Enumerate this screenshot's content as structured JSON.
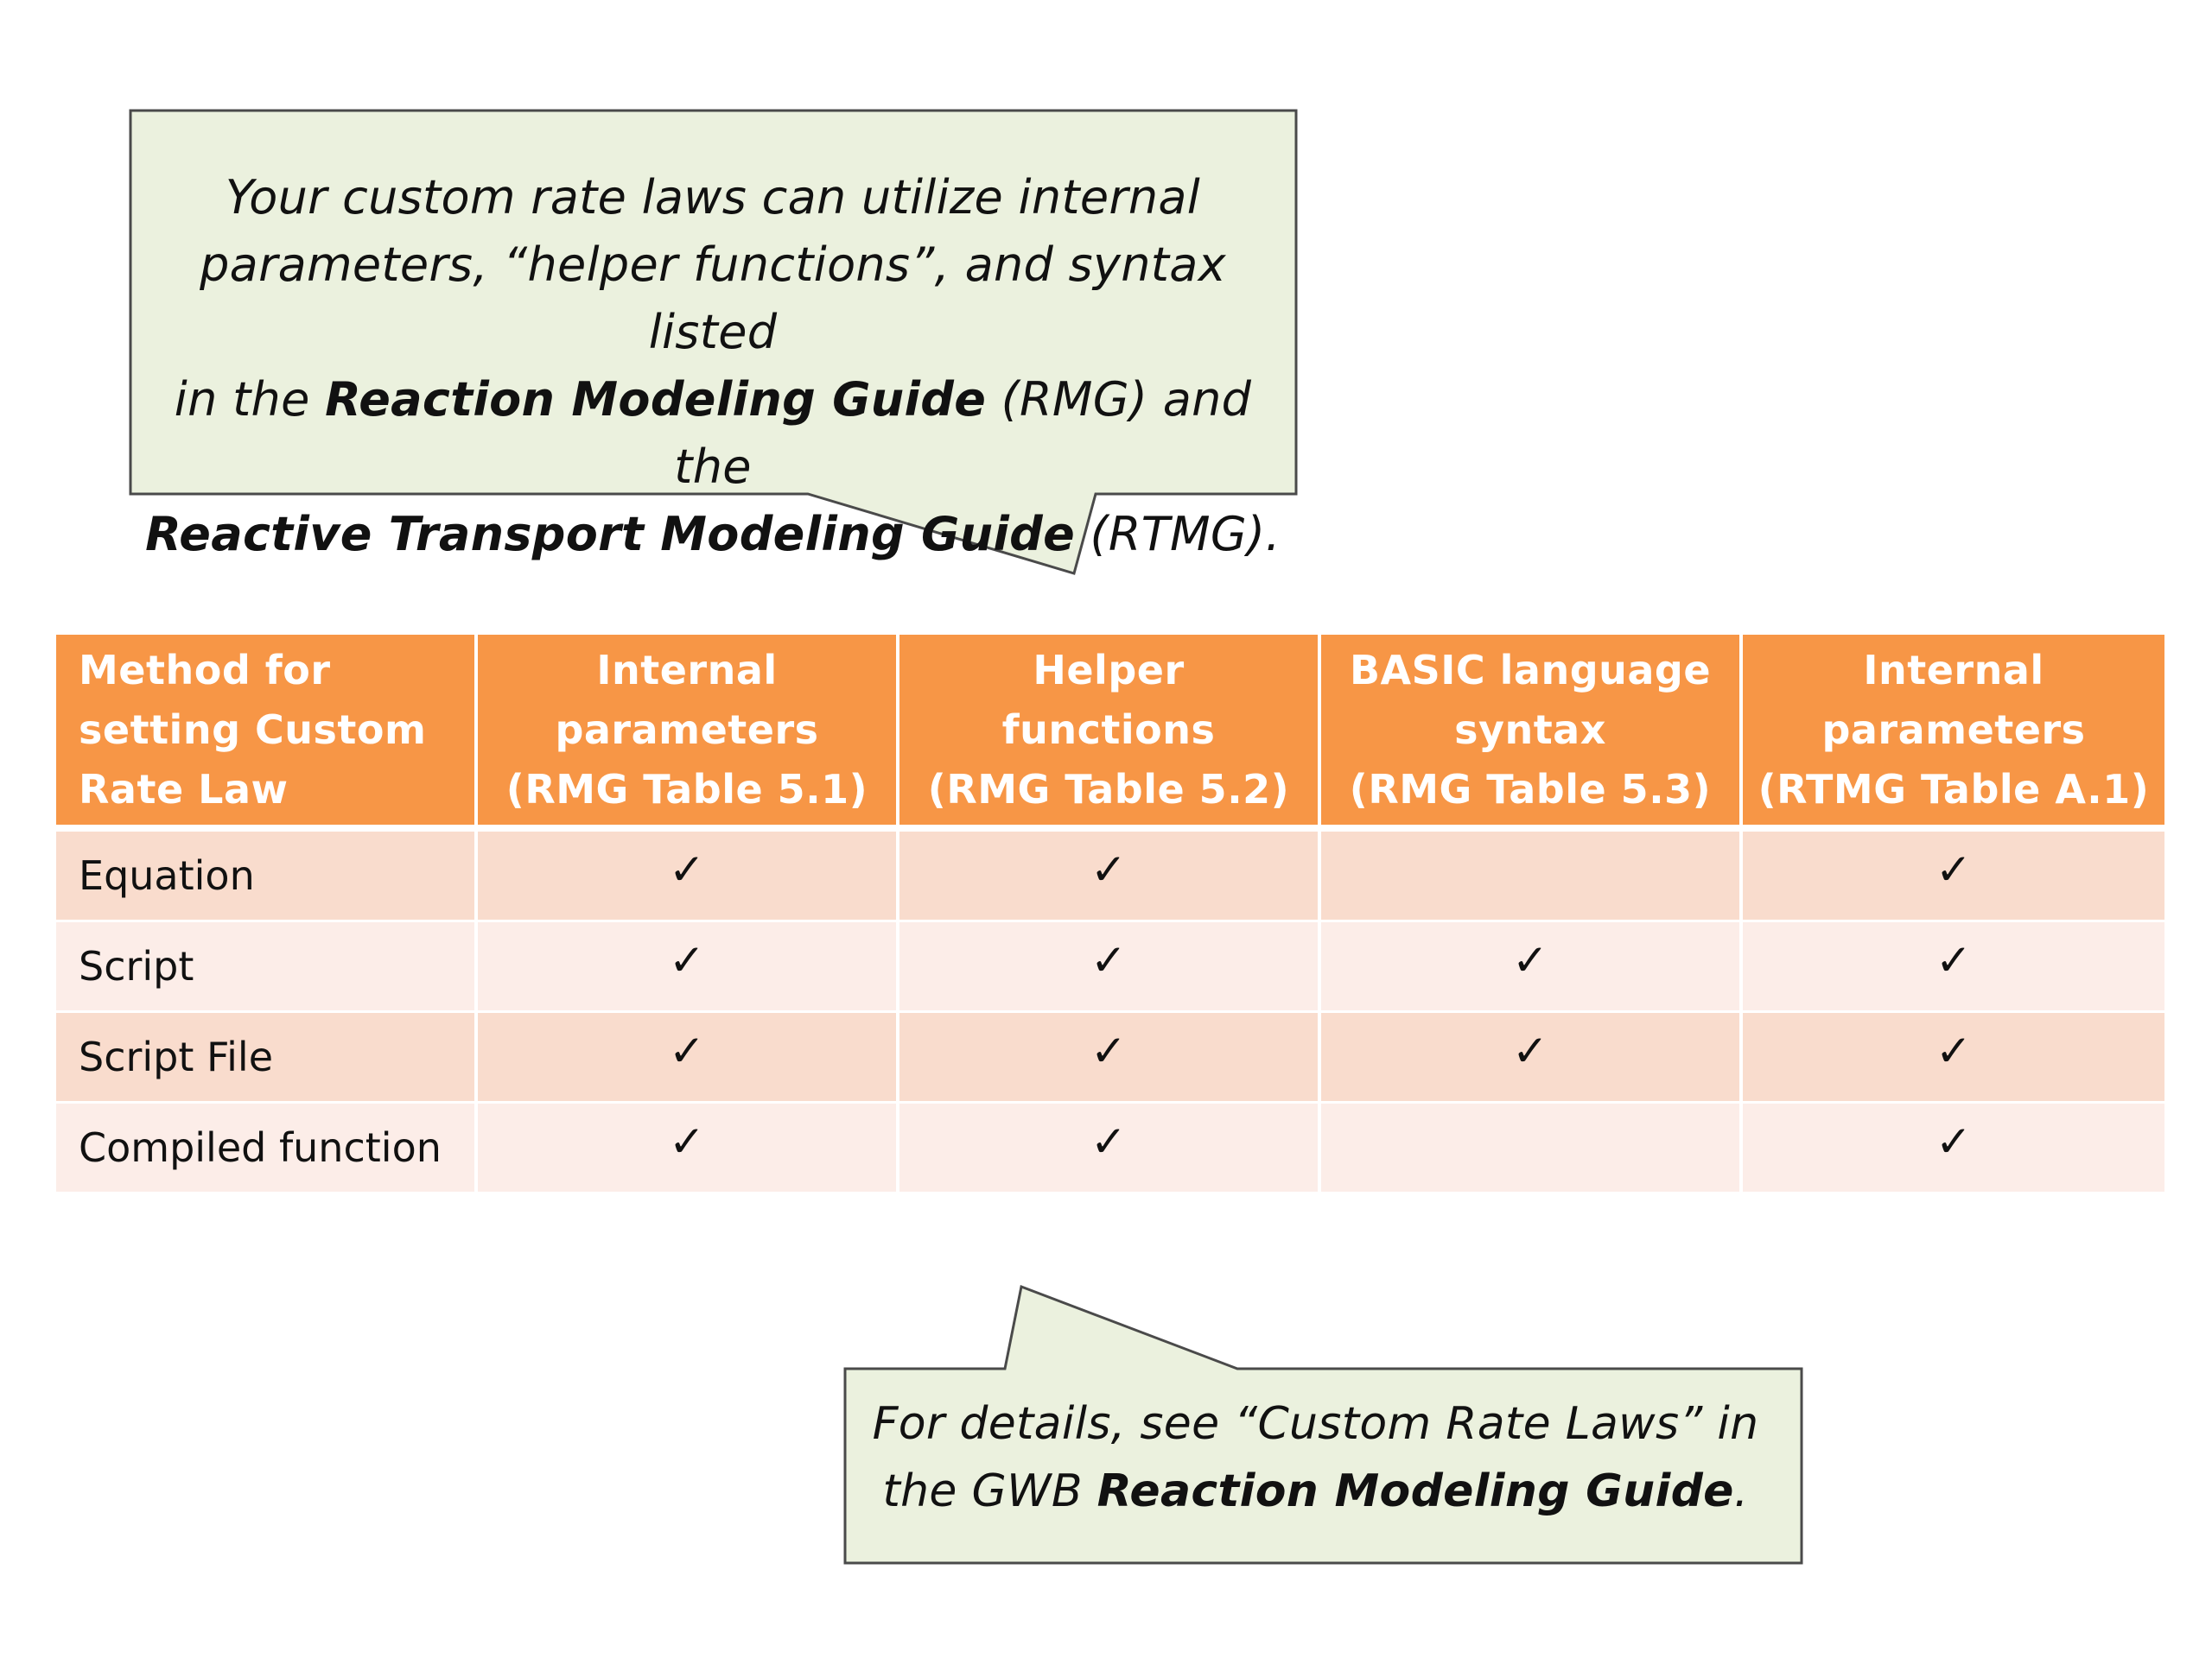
{
  "callout_top": {
    "line1": "Your custom rate laws can utilize internal",
    "line2": "parameters, “helper functions”, and syntax listed",
    "line3_pre": "in the ",
    "line3_bold": "Reaction Modeling Guide",
    "line3_post": " (RMG) and the",
    "line4_bold": "Reactive Transport Modeling Guide",
    "line4_post": " (RTMG)."
  },
  "table": {
    "headers": [
      {
        "line1": "Method for",
        "line2": "setting Custom",
        "line3": "Rate Law"
      },
      {
        "line1": "Internal",
        "line2": "parameters",
        "line3": "(RMG Table 5.1)"
      },
      {
        "line1": "Helper",
        "line2": "functions",
        "line3": "(RMG Table 5.2)"
      },
      {
        "line1": "BASIC language",
        "line2": "syntax",
        "line3": "(RMG Table 5.3)"
      },
      {
        "line1": "Internal",
        "line2": "parameters",
        "line3": "(RTMG Table A.1)"
      }
    ],
    "rows": [
      {
        "method": "Equation",
        "checks": [
          "✓",
          "✓",
          "",
          "✓"
        ]
      },
      {
        "method": "Script",
        "checks": [
          "✓",
          "✓",
          "✓",
          "✓"
        ]
      },
      {
        "method": "Script File",
        "checks": [
          "✓",
          "✓",
          "✓",
          "✓"
        ]
      },
      {
        "method": "Compiled function",
        "checks": [
          "✓",
          "✓",
          "",
          "✓"
        ]
      }
    ]
  },
  "callout_bottom": {
    "line1": "For details, see “Custom Rate Laws”  in",
    "line2_pre": "the GWB ",
    "line2_bold": "Reaction Modeling Guide",
    "line2_post": "."
  },
  "colors": {
    "callout_fill": "#ebf1de",
    "callout_stroke": "#4a4a4a",
    "header_fill": "#f79646",
    "row_odd_fill": "#f9dccd",
    "row_even_fill": "#fcede8"
  }
}
